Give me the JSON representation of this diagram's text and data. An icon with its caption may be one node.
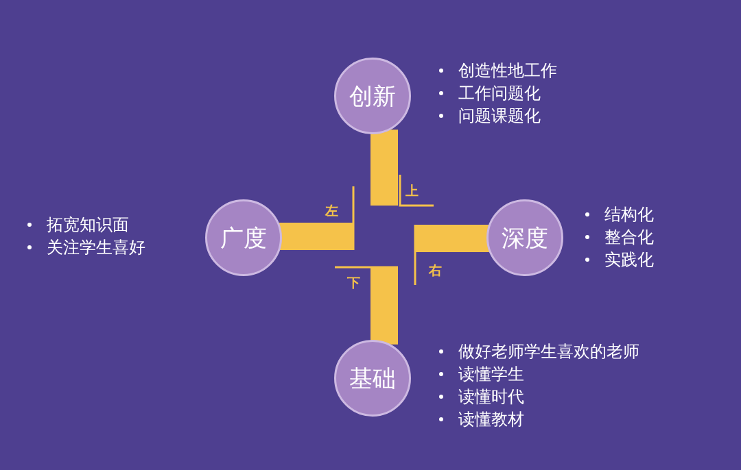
{
  "diagram": {
    "nodes": [
      {
        "text": [
          "创新"
        ],
        "beside": [
          "创造性地工作",
          "工作问题化",
          "问题课题化"
        ]
      },
      {
        "text": [
          "广度"
        ],
        "beside": [
          "拓宽知识面",
          "关注学生喜好"
        ]
      },
      {
        "text": [
          "深度"
        ],
        "beside": [
          "结构化",
          "整合化",
          "实践化"
        ]
      },
      {
        "text": [
          "基础"
        ],
        "beside": [
          "做好老师学生喜欢的老师",
          "读懂学生",
          "读懂时代",
          "读懂教材"
        ]
      }
    ],
    "edges": [
      {
        "from": 0,
        "to": null,
        "arrow": "none"
      },
      {
        "from": 1,
        "to": null,
        "arrow": "none"
      },
      {
        "from": 2,
        "to": null,
        "arrow": "none"
      },
      {
        "from": 3,
        "to": null,
        "arrow": "none"
      }
    ],
    "labels": [
      "上",
      "左",
      "右",
      "下"
    ]
  }
}
